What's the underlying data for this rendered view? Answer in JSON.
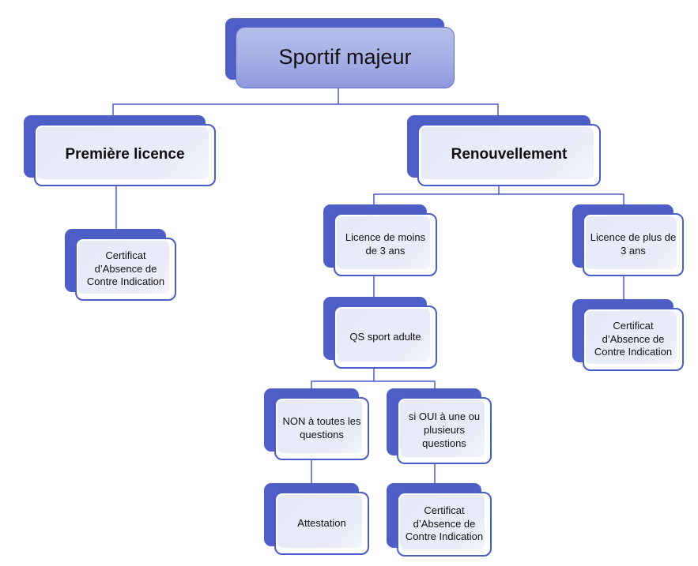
{
  "diagram": {
    "title": "Sportif majeur",
    "colors": {
      "accent_dark": "#4d5ec6",
      "border_blue": "#4a5cc5",
      "fill_light": "#e8eaf7",
      "root_gradient_top": "#b6bdea",
      "root_gradient_bottom": "#8d98dc",
      "background": "#ffffff",
      "text": "#111111"
    },
    "nodes": {
      "root": {
        "label": [
          "Sportif majeur"
        ]
      },
      "premiere_licence": {
        "label": [
          "Première licence"
        ]
      },
      "renouvellement": {
        "label": [
          "Renouvellement"
        ]
      },
      "cert_premiere": {
        "label": [
          "Certificat",
          "d’Absence de",
          "Contre Indication"
        ]
      },
      "licence_moins_3ans": {
        "label": [
          "Licence de moins",
          "de 3 ans"
        ]
      },
      "licence_plus_3ans": {
        "label": [
          "Licence de plus de",
          "3 ans"
        ]
      },
      "qs_sport_adulte": {
        "label": [
          "QS sport adulte"
        ]
      },
      "non_toutes_questions": {
        "label": [
          "NON à toutes les",
          "questions"
        ]
      },
      "oui_une_plusieurs": {
        "label": [
          "si OUI à une ou",
          "plusieurs",
          "questions"
        ]
      },
      "attestation": {
        "label": [
          "Attestation"
        ]
      },
      "cert_plus_3ans": {
        "label": [
          "Certificat",
          "d’Absence de",
          "Contre Indication"
        ]
      },
      "cert_oui": {
        "label": [
          "Certificat",
          "d’Absence de",
          "Contre Indication"
        ]
      }
    }
  }
}
